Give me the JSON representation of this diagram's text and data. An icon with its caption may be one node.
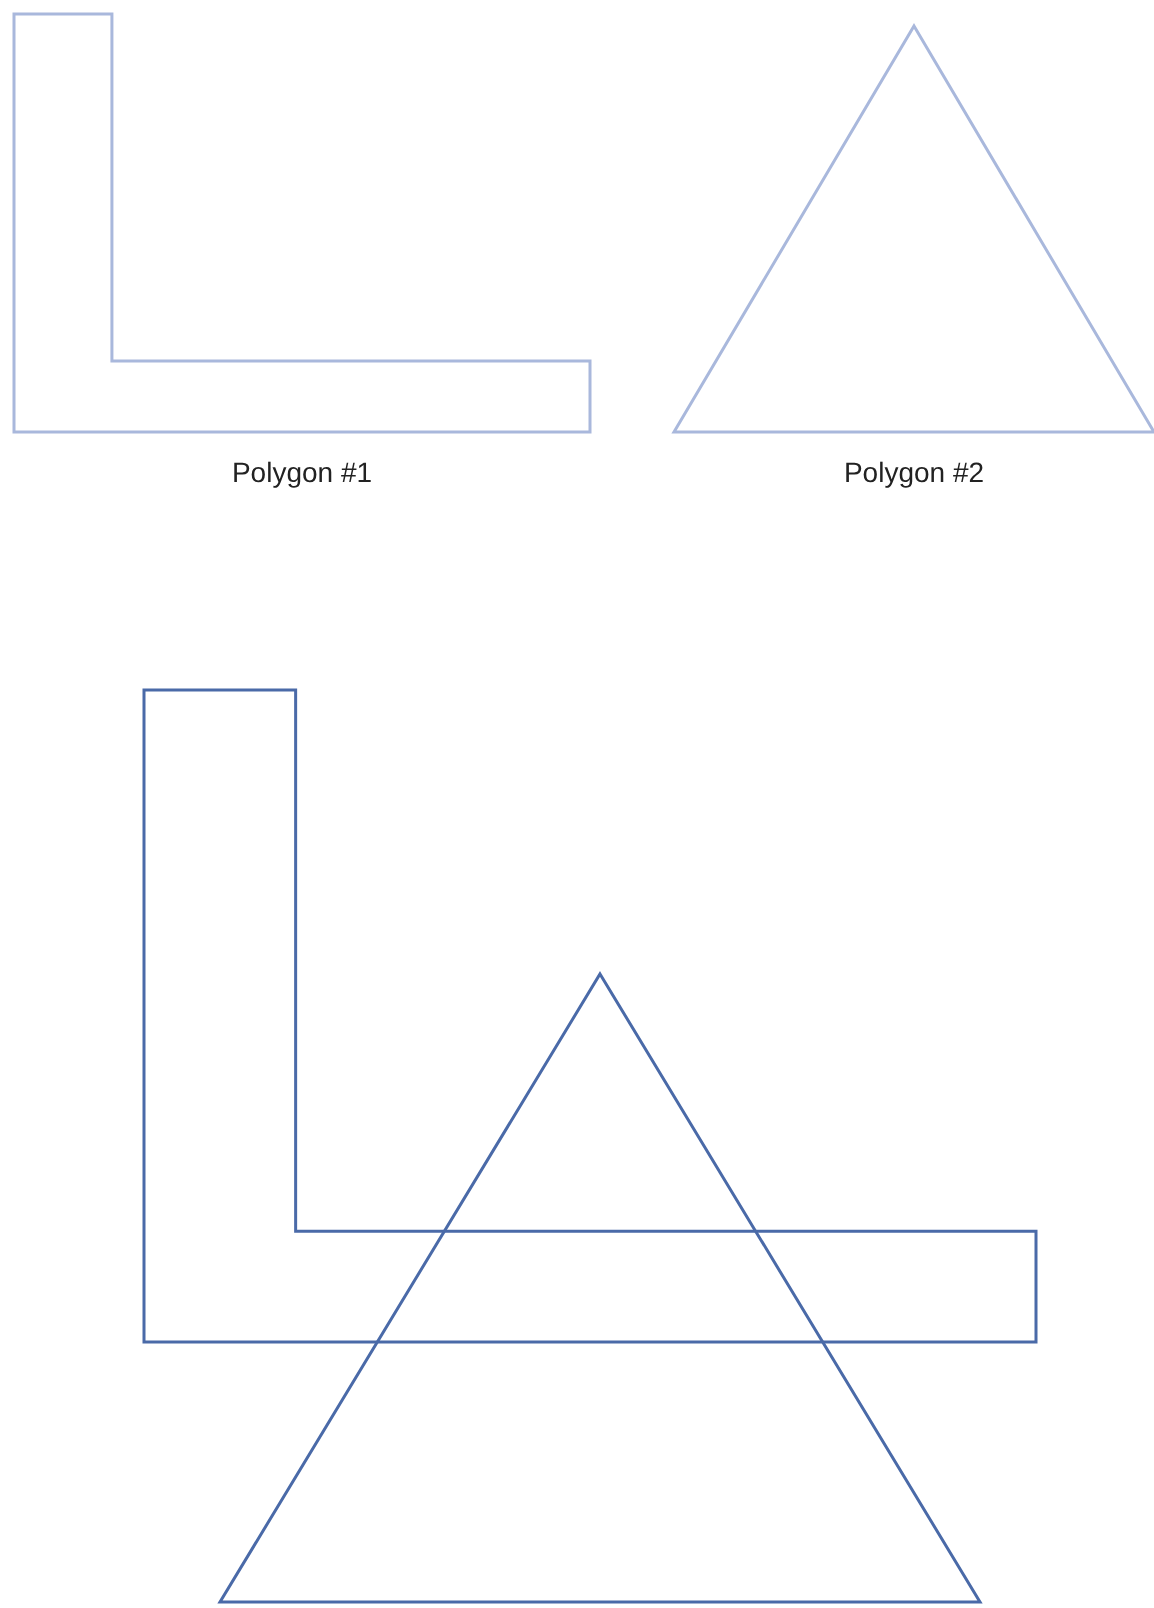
{
  "diagram": {
    "nodes": [
      {
        "text": [],
        "shape": "polygon",
        "beside": [
          "Polygon #1"
        ]
      },
      {
        "text": [],
        "shape": "triangle",
        "beside": [
          "Polygon #2"
        ]
      },
      {
        "text": [],
        "shape": "polygon"
      },
      {
        "text": [],
        "shape": "triangle"
      }
    ]
  }
}
